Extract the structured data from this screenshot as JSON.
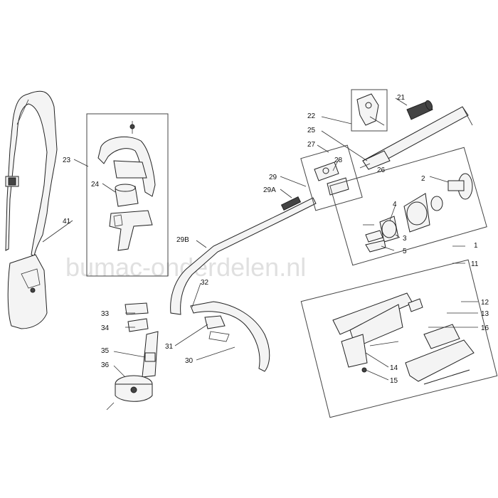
{
  "watermark": "bumac-onderdelen.nl",
  "labels": {
    "p1": "1",
    "p2": "2",
    "p3": "3",
    "p4": "4",
    "p5": "5",
    "p11": "11",
    "p12": "12",
    "p13": "13",
    "p14": "14",
    "p15": "15",
    "p16": "16",
    "p21": "21",
    "p22": "22",
    "p23": "23",
    "p24": "24",
    "p25": "25",
    "p26": "26",
    "p27": "27",
    "p28": "28",
    "p29": "29",
    "p29a": "29A",
    "p29b": "29B",
    "p30": "30",
    "p31": "31",
    "p32": "32",
    "p33": "33",
    "p34": "34",
    "p35": "35",
    "p36": "36",
    "p41": "41"
  }
}
